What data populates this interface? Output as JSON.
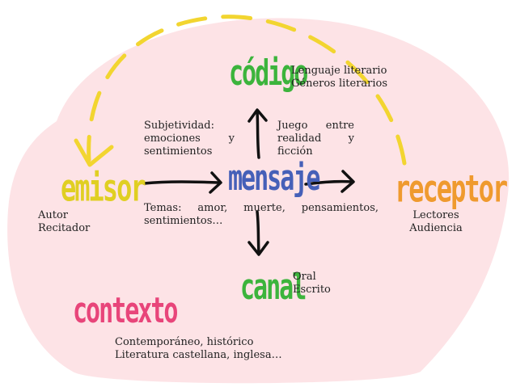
{
  "colors": {
    "background": "#fde3e6",
    "dashed_arc": "#f2d530",
    "codigo": "#3cb43c",
    "mensaje": "#4660b8",
    "emisor": "#e0cf22",
    "receptor": "#ef9a2e",
    "canal": "#3cb43c",
    "contexto": "#e8457a",
    "arrows": "#111111"
  },
  "nodes": {
    "codigo": "código",
    "mensaje": "mensaje",
    "emisor": "emisor",
    "receptor": "receptor",
    "canal": "canal",
    "contexto": "contexto"
  },
  "notes": {
    "codigo_line1": "Lenguaje literario",
    "codigo_line2": "Géneros literarios",
    "subjetividad_line1": "Subjetividad:",
    "subjetividad_line2": "emociones y",
    "subjetividad_line3": "sentimientos",
    "juego_line1": "Juego entre",
    "juego_line2": "realidad y",
    "juego_line3": "ficción",
    "emisor_line1": "Autor",
    "emisor_line2": "Recitador",
    "receptor_line1": "Lectores",
    "receptor_line2": "Audiencia",
    "temas_line1": "Temas: amor, muerte, pensamientos,",
    "temas_line2": "sentimientos…",
    "canal_line1": "Oral",
    "canal_line2": "Escrito",
    "contexto_line1": "Contemporáneo, histórico",
    "contexto_line2": "Literatura castellana, inglesa…"
  }
}
